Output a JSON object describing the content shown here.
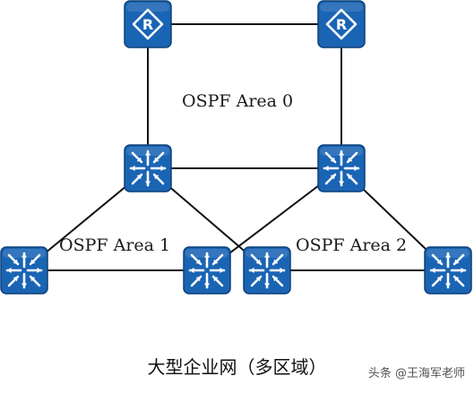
{
  "diagram": {
    "areas": {
      "area0": "OSPF Area 0",
      "area1": "OSPF Area 1",
      "area2": "OSPF Area 2"
    },
    "caption": "大型企业网（多区域）",
    "watermark": "头条 @王海军老师",
    "router_glyph": "R",
    "colors": {
      "device_fill": "#1a64b4",
      "device_stroke": "#0d3f78",
      "glyph": "#ffffff",
      "link": "#111111"
    },
    "nodes": [
      {
        "id": "r1",
        "type": "router",
        "icon": "router-icon"
      },
      {
        "id": "r2",
        "type": "router",
        "icon": "router-icon"
      },
      {
        "id": "c1",
        "type": "switch",
        "icon": "l3-switch-icon"
      },
      {
        "id": "c2",
        "type": "switch",
        "icon": "l3-switch-icon"
      },
      {
        "id": "a1",
        "type": "switch",
        "icon": "l3-switch-icon"
      },
      {
        "id": "a2",
        "type": "switch",
        "icon": "l3-switch-icon"
      },
      {
        "id": "a3",
        "type": "switch",
        "icon": "l3-switch-icon"
      },
      {
        "id": "a4",
        "type": "switch",
        "icon": "l3-switch-icon"
      }
    ],
    "links": [
      [
        "r1",
        "r2"
      ],
      [
        "r1",
        "c1"
      ],
      [
        "r2",
        "c2"
      ],
      [
        "c1",
        "c2"
      ],
      [
        "c1",
        "a1"
      ],
      [
        "c1",
        "a3"
      ],
      [
        "c2",
        "a2"
      ],
      [
        "c2",
        "a4"
      ],
      [
        "a1",
        "a2"
      ],
      [
        "a3",
        "a4"
      ]
    ]
  }
}
